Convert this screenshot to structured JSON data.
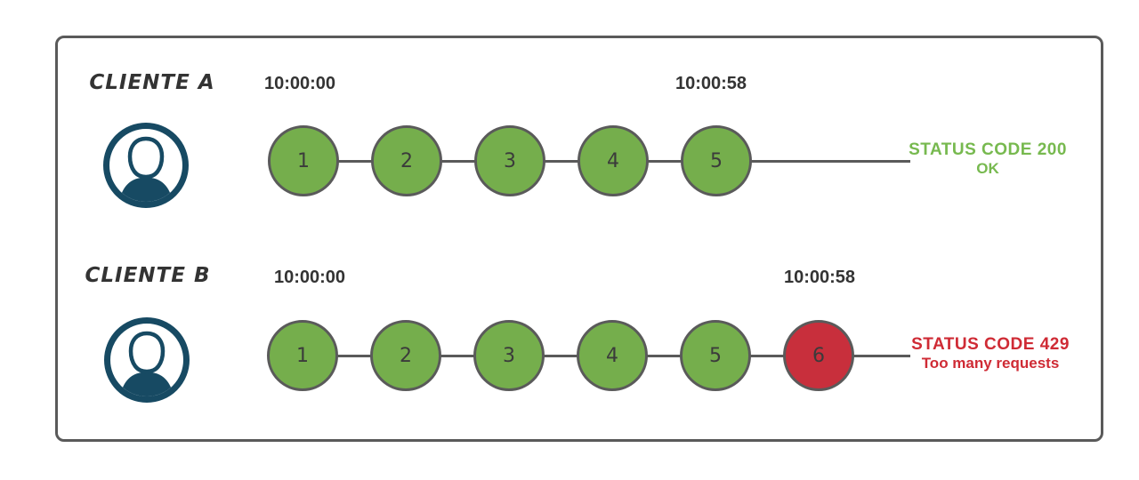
{
  "diagram_title": "rate-limit-clients-diagram",
  "colors": {
    "green_fill": "#75ae4c",
    "red_fill": "#c82f3c",
    "green_text": "#77b94f",
    "red_text": "#cf2b35",
    "navy_icon": "#174a63",
    "stroke_gray": "#5a5a5a",
    "text_dark": "#333333"
  },
  "rows": [
    {
      "client": "CLIENTE A",
      "start_time": "10:00:00",
      "end_time": "10:00:58",
      "requests": [
        {
          "label": "1",
          "state": "ok"
        },
        {
          "label": "2",
          "state": "ok"
        },
        {
          "label": "3",
          "state": "ok"
        },
        {
          "label": "4",
          "state": "ok"
        },
        {
          "label": "5",
          "state": "ok"
        }
      ],
      "status": {
        "code_line": "STATUS CODE 200",
        "message": "OK"
      }
    },
    {
      "client": "CLIENTE B",
      "start_time": "10:00:00",
      "end_time": "10:00:58",
      "requests": [
        {
          "label": "1",
          "state": "ok"
        },
        {
          "label": "2",
          "state": "ok"
        },
        {
          "label": "3",
          "state": "ok"
        },
        {
          "label": "4",
          "state": "ok"
        },
        {
          "label": "5",
          "state": "ok"
        },
        {
          "label": "6",
          "state": "limited"
        }
      ],
      "status": {
        "code_line": "STATUS CODE 429",
        "message": "Too many requests"
      }
    }
  ]
}
